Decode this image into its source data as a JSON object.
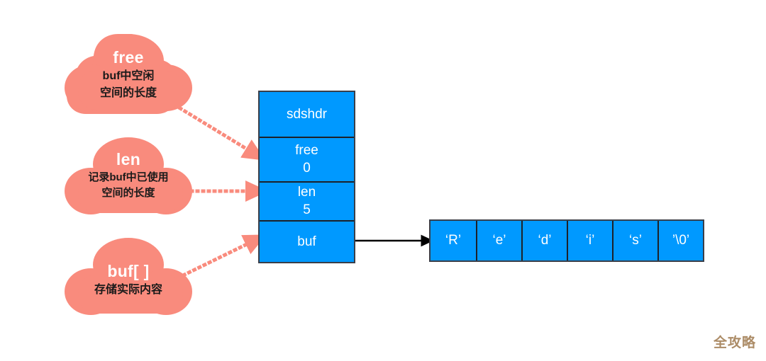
{
  "diagram": {
    "title": "Redis SDS structure diagram",
    "colors": {
      "cloud": "#F98B7D",
      "block": "#0099FF",
      "block_border": "#3A3F4A",
      "arrow_dotted": "#F98B7D",
      "arrow_solid": "#000000",
      "watermark": "#A8865F"
    }
  },
  "clouds": [
    {
      "id": "free",
      "title": "free",
      "desc": "buf中空闲\n空间的长度"
    },
    {
      "id": "len",
      "title": "len",
      "desc": "记录buf中已使用\n空间的长度"
    },
    {
      "id": "buf",
      "title": "buf[ ]",
      "desc": "存储实际内容"
    }
  ],
  "struct": {
    "name": "sdshdr",
    "rows": [
      {
        "label": "sdshdr",
        "value": ""
      },
      {
        "label": "free",
        "value": "0"
      },
      {
        "label": "len",
        "value": "5"
      },
      {
        "label": "buf",
        "value": ""
      }
    ]
  },
  "char_array": {
    "cells": [
      "‘R’",
      "‘e’",
      "‘d’",
      "‘i’",
      "‘s’",
      "’\\0’"
    ]
  },
  "watermark": {
    "text": "全攻略"
  }
}
